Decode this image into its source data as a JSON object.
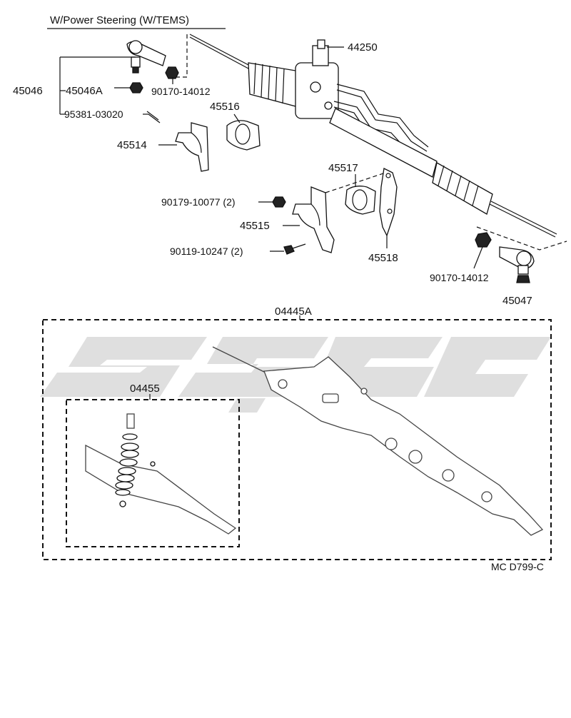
{
  "diagram": {
    "title": "W/Power Steering (W/TEMS)",
    "code": "MC D799-C",
    "labels": {
      "p44250": "44250",
      "p45046": "45046",
      "p45046A": "45046A",
      "p90170_a": "90170-14012",
      "p95381": "95381-03020",
      "p45516": "45516",
      "p45514": "45514",
      "p45517": "45517",
      "p90179": "90179-10077 (2)",
      "p45515": "45515",
      "p45518": "45518",
      "p90119": "90119-10247 (2)",
      "p90170_b": "90170-14012",
      "p45047": "45047",
      "p04445A": "04445A",
      "p04455": "04455"
    }
  }
}
